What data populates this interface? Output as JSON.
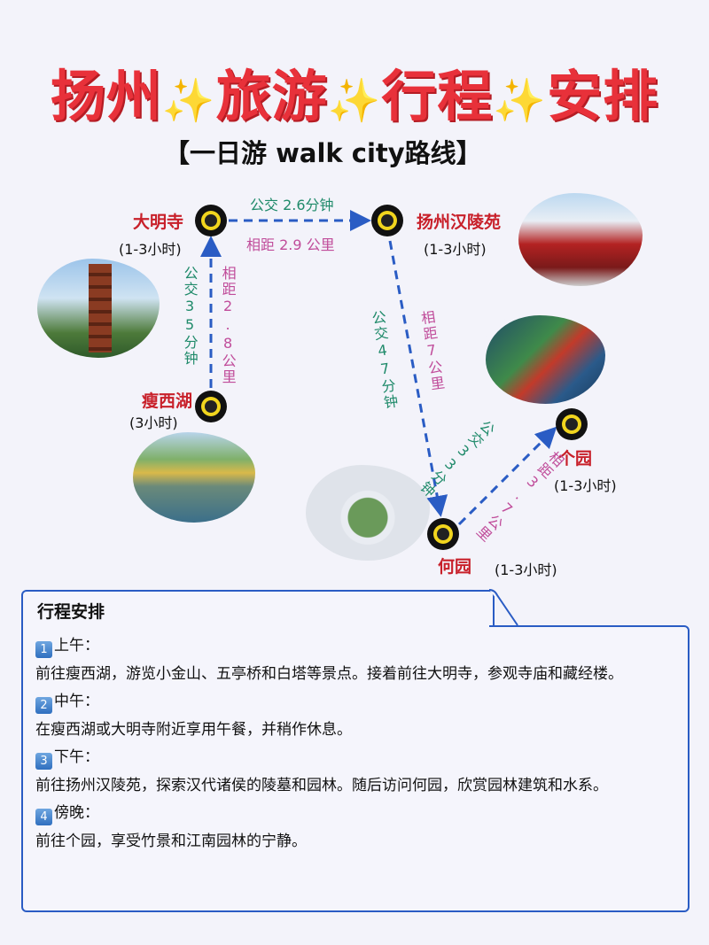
{
  "title": {
    "parts": [
      "扬州",
      "旅游",
      "行程",
      "安排"
    ],
    "sparkle": "✨"
  },
  "subtitle": "【一日游 walk city路线】",
  "places": {
    "daming": {
      "name": "大明寺",
      "duration": "(1-3小时)"
    },
    "hanling": {
      "name": "扬州汉陵苑",
      "duration": "(1-3小时)"
    },
    "shouxihu": {
      "name": "瘦西湖",
      "duration": "(3小时)"
    },
    "heyuan": {
      "name": "何园",
      "duration": "(1-3小时)"
    },
    "geyuan": {
      "name": "个园",
      "duration": "(1-3小时)"
    }
  },
  "routes": {
    "shouxihu_daming": {
      "bus": "公交35分钟",
      "distance": "相距2.8公里"
    },
    "daming_hanling": {
      "bus": "公交 2.6分钟",
      "distance": "相距 2.9 公里"
    },
    "hanling_heyuan": {
      "bus": "公交47分钟",
      "distance": "相距7公里"
    },
    "heyuan_geyuan": {
      "bus": "公交33分钟",
      "distance": "相距3.7公里"
    }
  },
  "colors": {
    "title": "#e8313a",
    "place": "#c8202a",
    "bus": "#1f8a6a",
    "distance": "#c04c9a",
    "route": "#2a5cc4",
    "border": "#2a5cc4"
  },
  "schedule": {
    "heading": "行程安排",
    "items": [
      {
        "num": "1",
        "label": "上午：",
        "text": "前往瘦西湖，游览小金山、五亭桥和白塔等景点。接着前往大明寺，参观寺庙和藏经楼。"
      },
      {
        "num": "2",
        "label": "中午：",
        "text": "在瘦西湖或大明寺附近享用午餐，并稍作休息。"
      },
      {
        "num": "3",
        "label": "下午：",
        "text": "前往扬州汉陵苑，探索汉代诸侯的陵墓和园林。随后访问何园，欣赏园林建筑和水系。"
      },
      {
        "num": "4",
        "label": "傍晚：",
        "text": "前往个园，享受竹景和江南园林的宁静。"
      }
    ]
  }
}
